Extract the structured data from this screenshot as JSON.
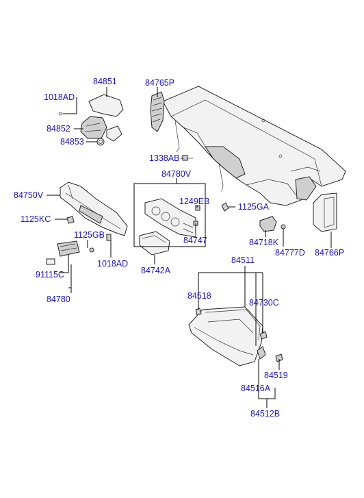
{
  "labels": {
    "p84851": "84851",
    "p1018AD_a": "1018AD",
    "p84852": "84852",
    "p84853": "84853",
    "p84765P": "84765P",
    "p1338AB": "1338AB",
    "p84780V": "84780V",
    "p84750V": "84750V",
    "p1249EB": "1249EB",
    "p1125GA": "1125GA",
    "p1125KC": "1125KC",
    "p1125GB": "1125GB",
    "p84747": "84747",
    "p84718K": "84718K",
    "p84777D": "84777D",
    "p84766P": "84766P",
    "p1018AD_b": "1018AD",
    "p91115C": "91115C",
    "p84742A": "84742A",
    "p84780": "84780",
    "p84511": "84511",
    "p84518": "84518",
    "p84730C": "84730C",
    "p84519": "84519",
    "p84516A": "84516A",
    "p84512B": "84512B"
  }
}
